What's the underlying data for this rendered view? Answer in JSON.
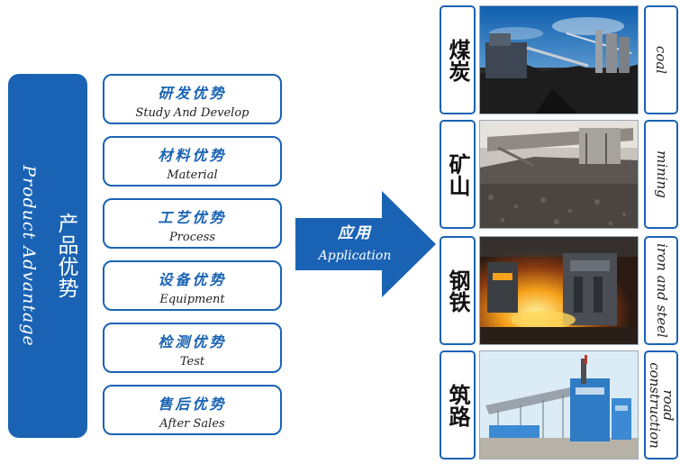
{
  "advantage_panel": {
    "title_en": "Product Advantage",
    "title_cn": "产品优势"
  },
  "advantages": [
    {
      "cn": "研发优势",
      "en": "Study And Develop"
    },
    {
      "cn": "材料优势",
      "en": "Material"
    },
    {
      "cn": "工艺优势",
      "en": "Process"
    },
    {
      "cn": "设备优势",
      "en": "Equipment"
    },
    {
      "cn": "检测优势",
      "en": "Test"
    },
    {
      "cn": "售后优势",
      "en": "After Sales"
    }
  ],
  "arrow": {
    "label_cn": "应用",
    "label_en": "Application",
    "color": "#1a63b4"
  },
  "applications": [
    {
      "cn": "煤炭",
      "en": "coal",
      "image": "coal-facility-photo"
    },
    {
      "cn": "矿山",
      "en": "mining",
      "image": "mining-machine-photo"
    },
    {
      "cn": "钢铁",
      "en": "iron and steel",
      "image": "steel-furnace-photo"
    },
    {
      "cn": "筑路",
      "en_line1": "road",
      "en_line2": "construction",
      "image": "asphalt-plant-photo"
    }
  ],
  "colors": {
    "brand_blue": "#1a63b4",
    "text_dark": "#222222",
    "background": "#ffffff"
  }
}
